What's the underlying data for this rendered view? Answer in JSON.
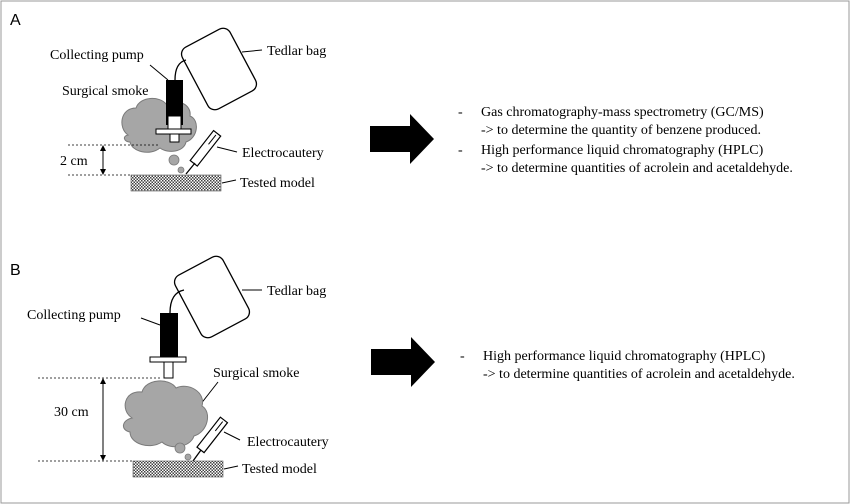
{
  "panel_a": {
    "label": "A",
    "collecting_pump": "Collecting pump",
    "tedlar_bag": "Tedlar bag",
    "surgical_smoke": "Surgical smoke",
    "electrocautery": "Electrocautery",
    "tested_model": "Tested model",
    "distance": "2 cm",
    "methods": [
      {
        "bullet": "-",
        "line1": "Gas chromatography-mass spectrometry (GC/MS)",
        "line2": "-> to determine the quantity of benzene produced."
      },
      {
        "bullet": "-",
        "line1": "High performance liquid chromatography (HPLC)",
        "line2": "-> to determine quantities of acrolein and acetaldehyde."
      }
    ]
  },
  "panel_b": {
    "label": "B",
    "collecting_pump": "Collecting pump",
    "tedlar_bag": "Tedlar bag",
    "surgical_smoke": "Surgical smoke",
    "electrocautery": "Electrocautery",
    "tested_model": "Tested model",
    "distance": "30 cm",
    "methods": [
      {
        "bullet": "-",
        "line1": "High performance liquid chromatography (HPLC)",
        "line2": "-> to determine quantities of acrolein and acetaldehyde."
      }
    ]
  },
  "colors": {
    "pump_body": "#000000",
    "smoke_fill": "#a6a6a6",
    "bag_fill": "#ffffff",
    "model_hatch": "#404040"
  }
}
